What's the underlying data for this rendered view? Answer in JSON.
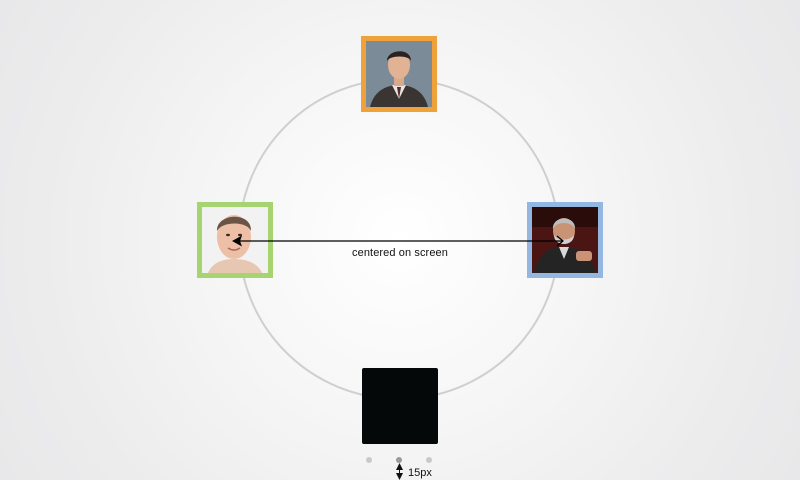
{
  "diagram": {
    "center_label": "centered on screen",
    "spacing_label": "15px",
    "colors": {
      "top_border": "#f0a23a",
      "left_border": "#a6d470",
      "right_border": "#93b7e1",
      "bottom_tile": "#050808",
      "ring": "#cfcfcf",
      "dot_active": "#9a9a9a",
      "dot_inactive": "#c9c9c9"
    },
    "icons": {
      "arrow": "arrow-left-icon",
      "spacing": "double-arrow-vertical-icon"
    },
    "pagination": {
      "count": 3,
      "active_index": 2
    }
  }
}
